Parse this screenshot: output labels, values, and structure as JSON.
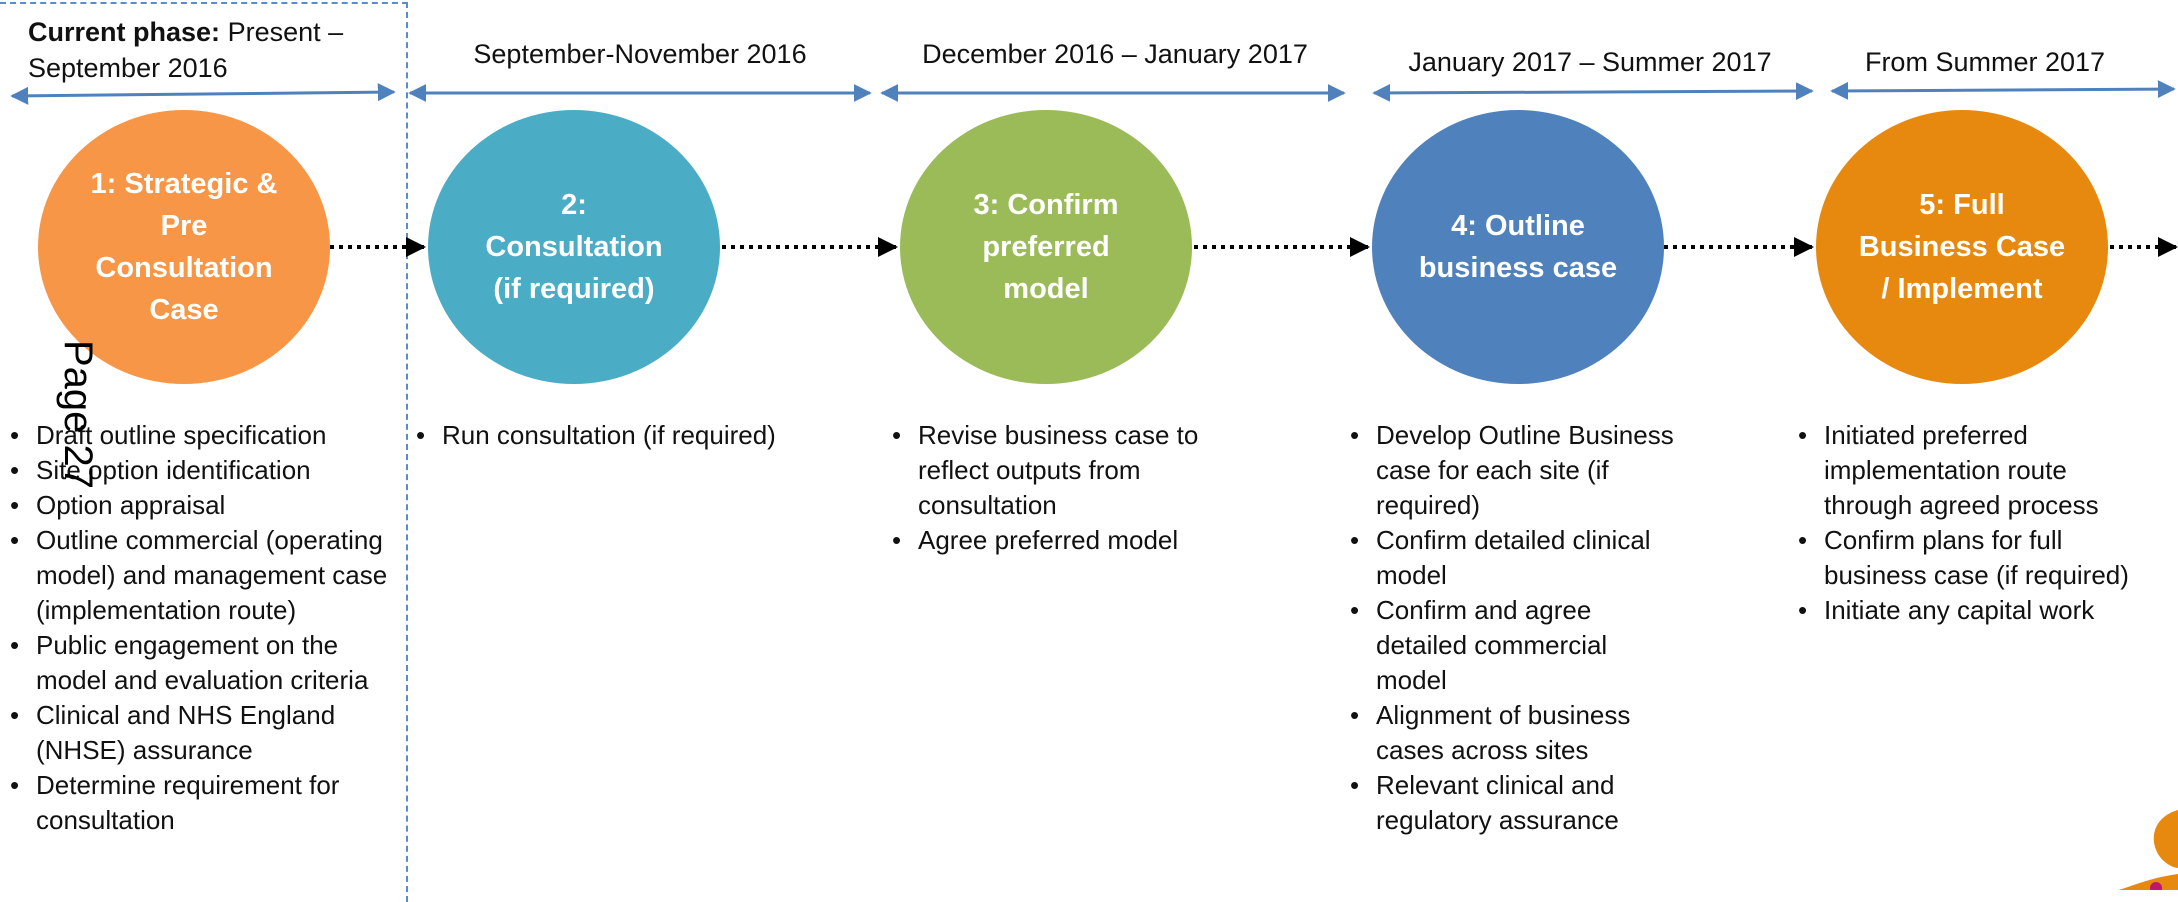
{
  "current_phase": {
    "bold": "Current phase:",
    "rest": "Present – September 2016"
  },
  "phases": [
    {
      "id": 2,
      "label": "September-November 2016"
    },
    {
      "id": 3,
      "label": "December 2016 – January 2017"
    },
    {
      "id": 4,
      "label": "January 2017 – Summer 2017"
    },
    {
      "id": 5,
      "label": "From Summer 2017"
    }
  ],
  "stages": [
    {
      "lines": [
        "1: Strategic &",
        "Pre",
        "Consultation",
        "Case"
      ],
      "color": "#f79646"
    },
    {
      "lines": [
        "2:",
        "Consultation",
        "(if required)"
      ],
      "color": "#4bacc6"
    },
    {
      "lines": [
        "3: Confirm",
        "preferred",
        "model"
      ],
      "color": "#9bbb59"
    },
    {
      "lines": [
        "4: Outline",
        "business case"
      ],
      "color": "#4f81bd"
    },
    {
      "lines": [
        "5: Full",
        "Business Case",
        "/ Implement"
      ],
      "color": "#e8890f"
    }
  ],
  "tasks": [
    [
      "Draft outline specification",
      "Site option identification",
      "Option appraisal",
      "Outline commercial (operating model) and management case (implementation route)",
      "Public engagement on the model and evaluation criteria",
      "Clinical and NHS England (NHSE) assurance",
      "Determine requirement for consultation"
    ],
    [
      "Run consultation (if required)"
    ],
    [
      "Revise business case to reflect outputs from consultation",
      "Agree preferred model"
    ],
    [
      "Develop Outline Business case for each site (if required)",
      "Confirm detailed clinical model",
      "Confirm and agree detailed commercial model",
      "Alignment of business cases across sites",
      "Relevant clinical and regulatory assurance"
    ],
    [
      "Initiated preferred implementation route through agreed process",
      "Confirm plans for full business case (if required)",
      "Initiate any capital work"
    ]
  ],
  "page_stamp": "Page 27",
  "colors": {
    "arrow": "#4f81bd",
    "dashed": "#5b8cc4",
    "connector": "#000000"
  }
}
